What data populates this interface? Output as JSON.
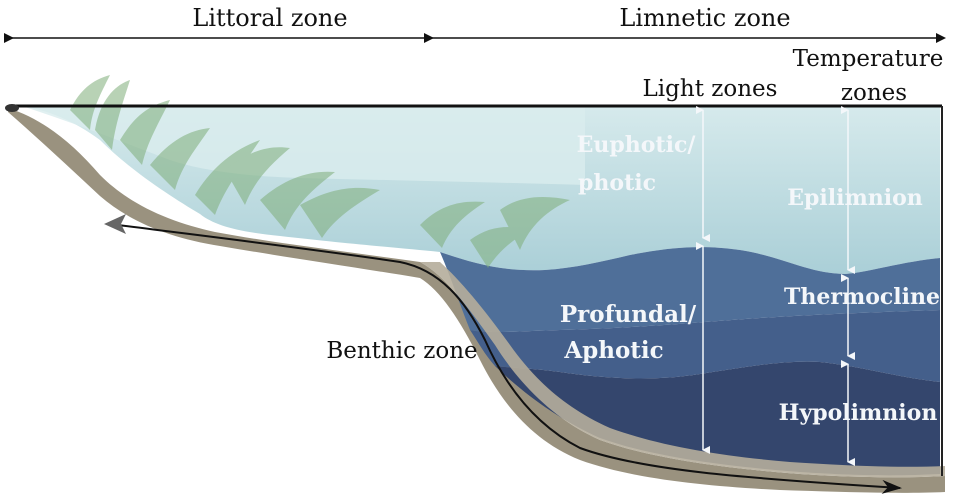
{
  "labels": {
    "littoral_zone": "Littoral zone",
    "limnetic_zone": "Limnetic zone",
    "light_zones": "Light zones",
    "temperature_zones_line1": "Temperature",
    "temperature_zones_line2": "zones",
    "euphotic_line1": "Euphotic/",
    "euphotic_line2": "photic",
    "profundal_line1": "Profundal/",
    "profundal_line2": "Aphotic",
    "epilimnion": "Epilimnion",
    "thermocline": "Thermocline",
    "hypolimnion": "Hypolimnion",
    "benthic_zone": "Benthic zone"
  },
  "colors": {
    "surface_water": "#c9e2e6",
    "upper_water": "#a9cdd6",
    "mid_water": "#4f6f99",
    "deep_water": "#3f5a83",
    "deepest_water": "#34466d",
    "sediment": "#b5ad9b",
    "shore": "#9a927f",
    "plants": "#7fae7a",
    "arrow": "#111111"
  }
}
